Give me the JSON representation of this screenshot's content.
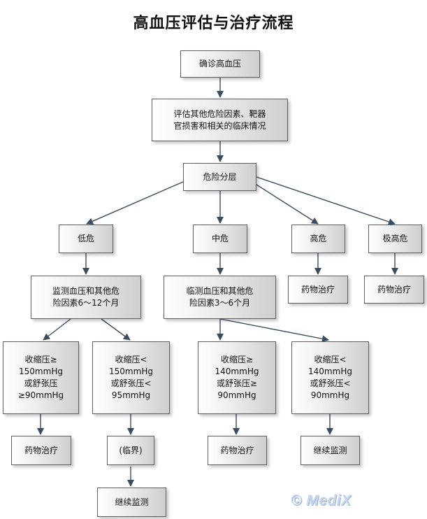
{
  "title": "高血压评估与治疗流程",
  "nodes": {
    "confirm": "确诊高血压",
    "assess": "评估其他危险因素、靶器\n官损害和相关的临床情况",
    "stratify": "危险分层",
    "low": "低危",
    "medium": "中危",
    "high": "高危",
    "very_high": "极高危",
    "monitor_low": "监测血压和其他危\n险因素6～12个月",
    "monitor_medium": "临测血压和其他危\n险因素3～6个月",
    "drug_high": "药物治疗",
    "drug_very_high": "药物治疗",
    "low_sys_high": "收缩压≥\n150mmHg\n或舒张压\n≥90mmHg",
    "low_sys_low": "收缩压<\n150mmHg\n或舒张压<\n95mmHg",
    "med_sys_high": "收缩压≥\n140mmHg\n或舒张压≥\n90mmHg",
    "med_sys_low": "收缩压<\n140mmHg\n或舒张压<\n90mmHg",
    "drug_low": "药物治疗",
    "borderline": "(临界)",
    "drug_medium": "药物治疗",
    "continue_medium": "继续监测",
    "continue_low": "继续监测"
  },
  "watermark": "© MediX",
  "colors": {
    "arrow": "#3b4c5f",
    "border": "#5f5f5f",
    "watermark": "#c7d6ec"
  }
}
